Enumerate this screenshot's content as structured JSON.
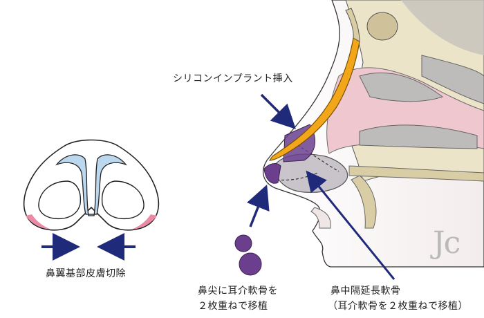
{
  "labels": {
    "implant": "シリコンインプラント挿入",
    "alar_base": "鼻翼基部皮膚切除",
    "tip_graft_line1": "鼻尖に耳介軟骨を",
    "tip_graft_line2": "２枚重ねで移植",
    "septal_ext_line1": "鼻中隔延長軟骨",
    "septal_ext_line2": "（耳介軟骨を２枚重ねで移植）"
  },
  "logo_text": "Jc",
  "colors": {
    "arrow": "#1f2a7a",
    "implant": "#f2a71b",
    "cartilage": "#6b3f8e",
    "septal": "#b7b1b8",
    "pink": "#e8b8c4",
    "blue": "#bcd8ee",
    "bone": "#e8dfb8"
  }
}
